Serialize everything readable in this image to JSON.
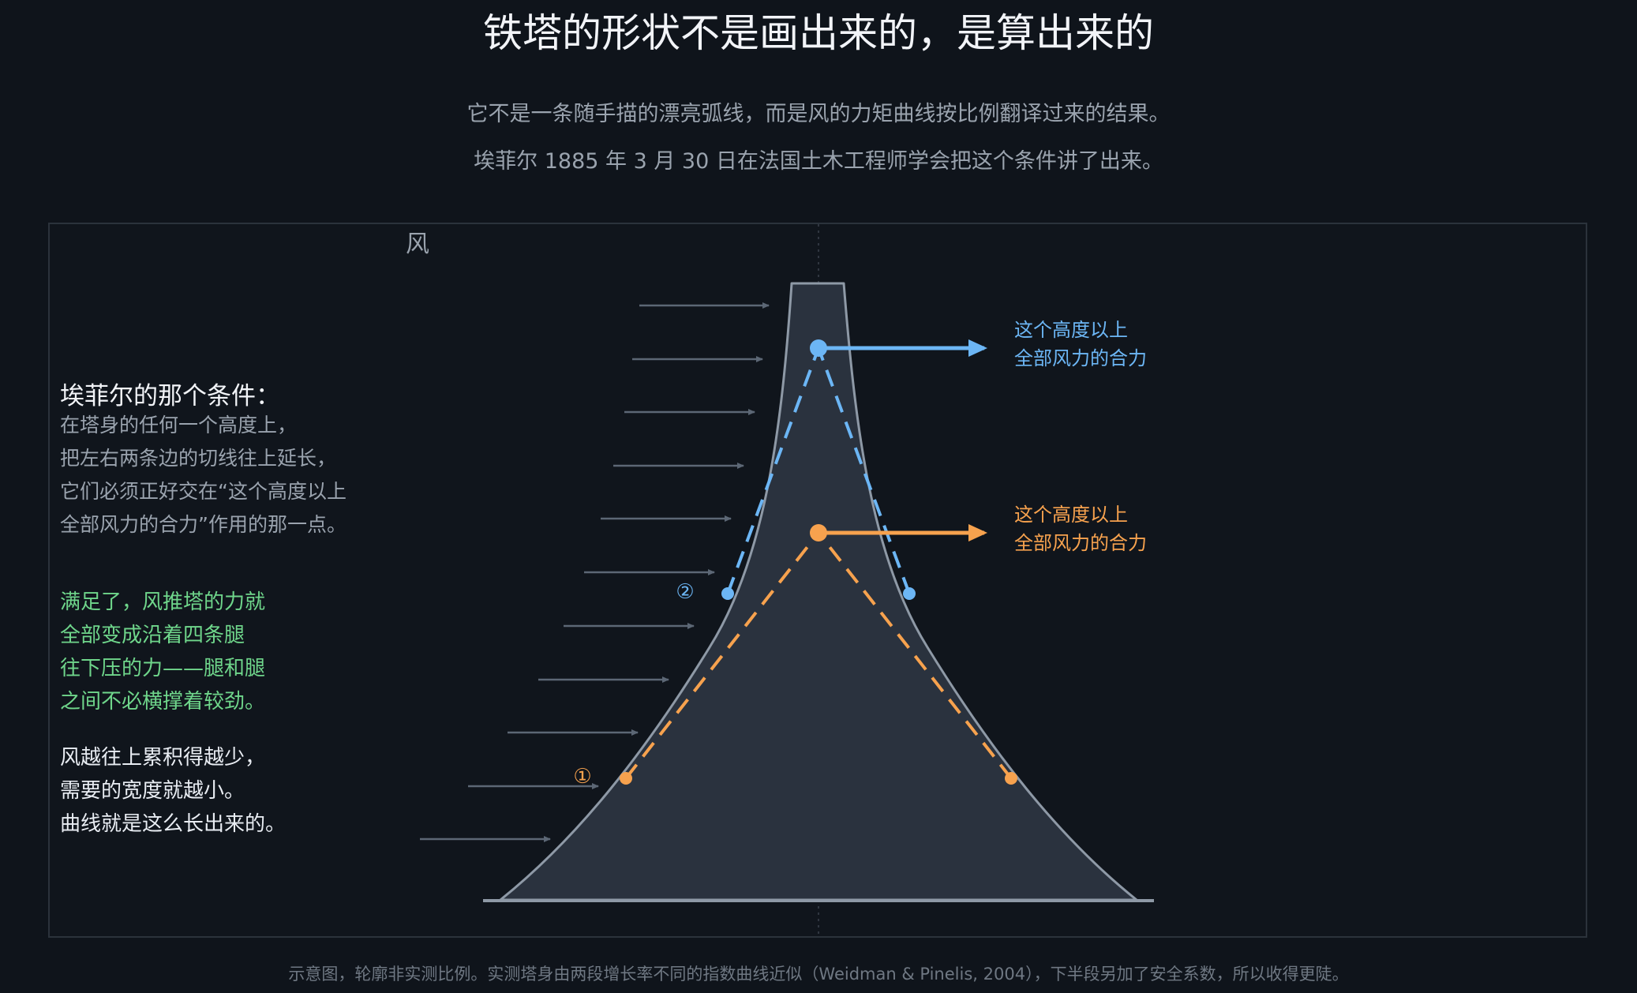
{
  "header": {
    "title": "铁塔的形状不是画出来的，是算出来的",
    "subtitle_1": "它不是一条随手描的漂亮弧线，而是风的力矩曲线按比例翻译过来的结果。",
    "subtitle_2": "埃菲尔 1885 年 3 月 30 日在法国土木工程师学会把这个条件讲了出来。"
  },
  "diagram": {
    "wind_label": "风",
    "marker_1": "①",
    "marker_2": "②",
    "colors": {
      "background": "#0f141b",
      "tower_fill": "#2a323e",
      "tower_outline": "#8e99a6",
      "wind_arrow": "#5c6775",
      "blue": "#6cb6f5",
      "orange": "#f7a24e",
      "green": "#6fd68b"
    }
  },
  "callouts": {
    "blue": [
      "这个高度以上",
      "全部风力的合力"
    ],
    "orange": [
      "这个高度以上",
      "全部风力的合力"
    ]
  },
  "condition": {
    "title": "埃菲尔的那个条件：",
    "lines": [
      "在塔身的任何一个高度上，",
      "把左右两条边的切线往上延长，",
      "它们必须正好交在“这个高度以上",
      "全部风力的合力”作用的那一点。"
    ]
  },
  "result": {
    "lines": [
      "满足了，风推塔的力就",
      "全部变成沿着四条腿",
      "往下压的力——腿和腿",
      "之间不必横撑着较劲。"
    ]
  },
  "summary": {
    "lines": [
      "风越往上累积得越少，",
      "需要的宽度就越小。",
      "曲线就是这么长出来的。"
    ]
  },
  "footnote": "示意图，轮廓非实测比例。实测塔身由两段增长率不同的指数曲线近似（Weidman & Pinelis, 2004），下半段另加了安全系数，所以收得更陡。"
}
